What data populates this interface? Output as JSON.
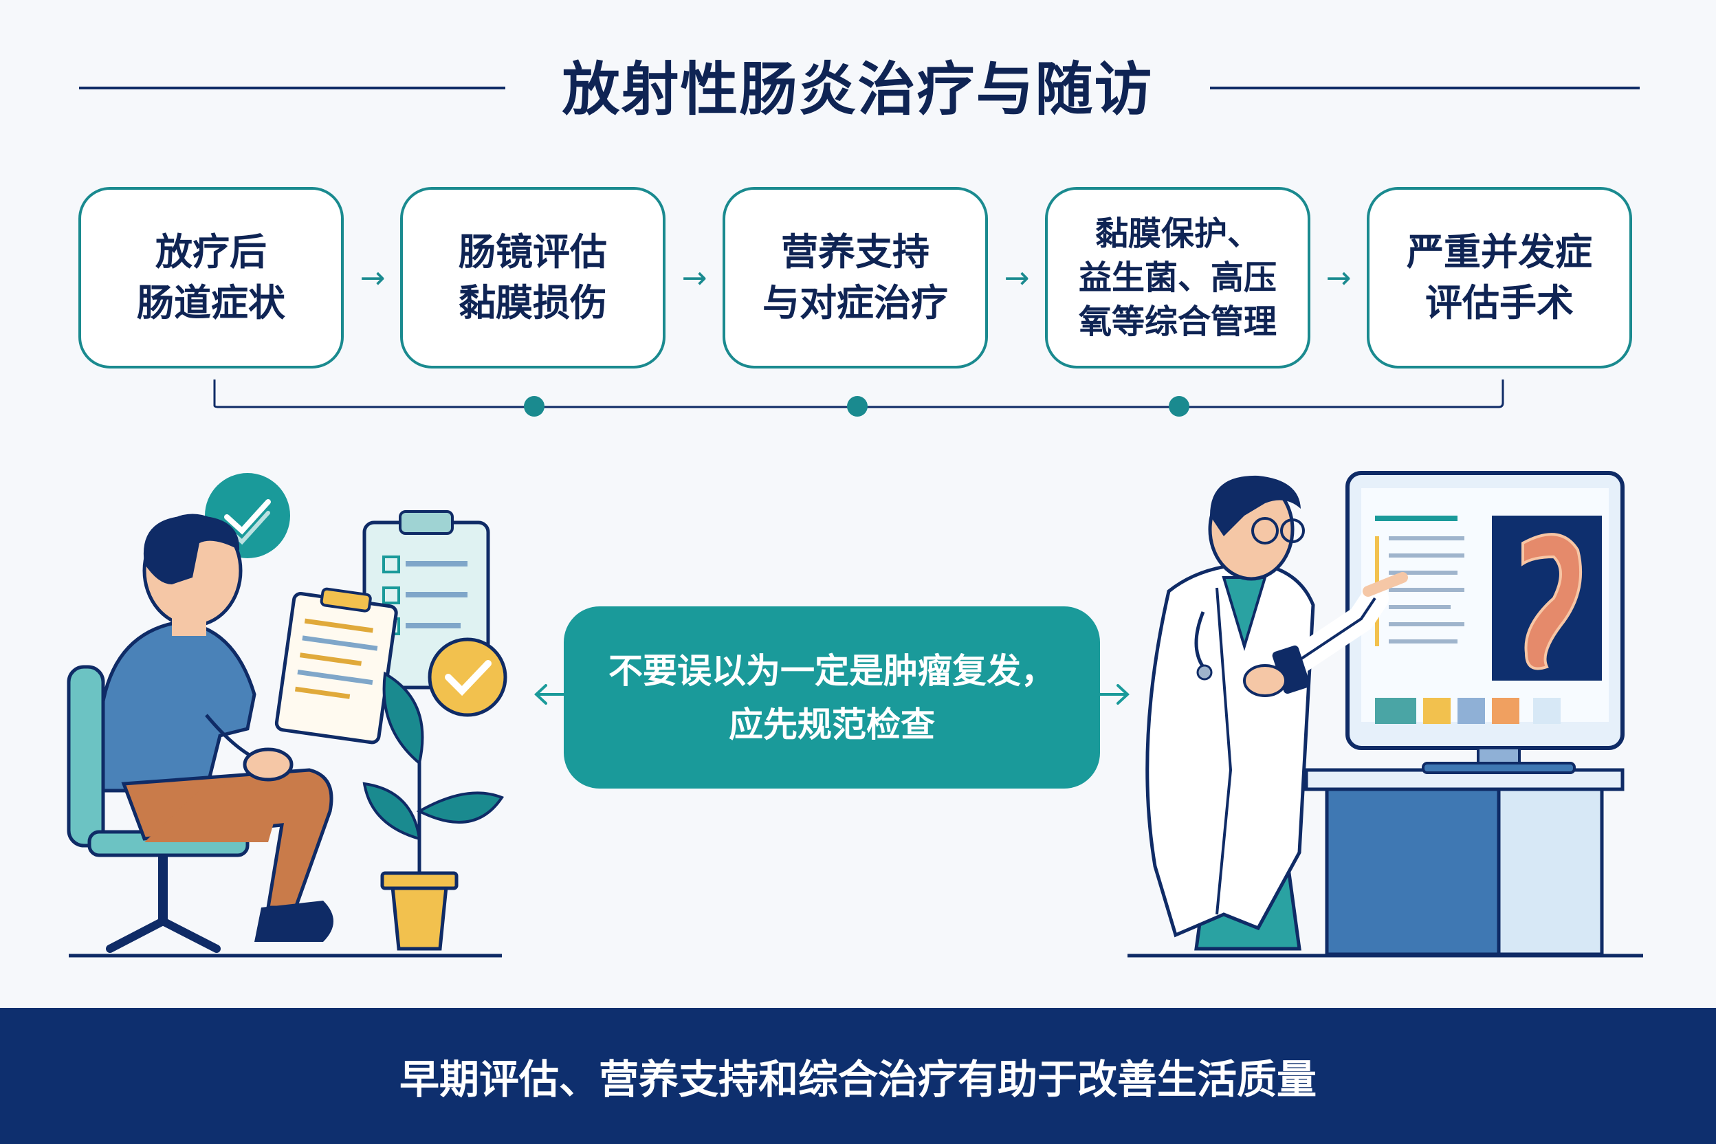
{
  "header": {
    "title": "放射性肠炎治疗与随访"
  },
  "steps": [
    {
      "text": "放疗后\n肠道症状"
    },
    {
      "text": "肠镜评估\n黏膜损伤"
    },
    {
      "text": "营养支持\n与对症治疗"
    },
    {
      "text": "黏膜保护、\n益生菌、高压\n氧等综合管理"
    },
    {
      "text": "严重并发症\n评估手术"
    }
  ],
  "center_banner": {
    "text": "不要误以为一定是肿瘤复发，\n应先规范检查"
  },
  "footer": {
    "text": "早期评估、营养支持和综合治疗有助于改善生活质量"
  },
  "colors": {
    "teal": "#1a9a9a",
    "navy": "#0e2f6e",
    "title_text": "#0f2454",
    "background": "#f6f8fb"
  },
  "icons": [
    "patient-figure",
    "chat-check-icon",
    "clipboard-icon",
    "document-icon",
    "check-circle-icon",
    "plant-icon",
    "doctor-figure",
    "monitor-colon-scan",
    "desk"
  ]
}
